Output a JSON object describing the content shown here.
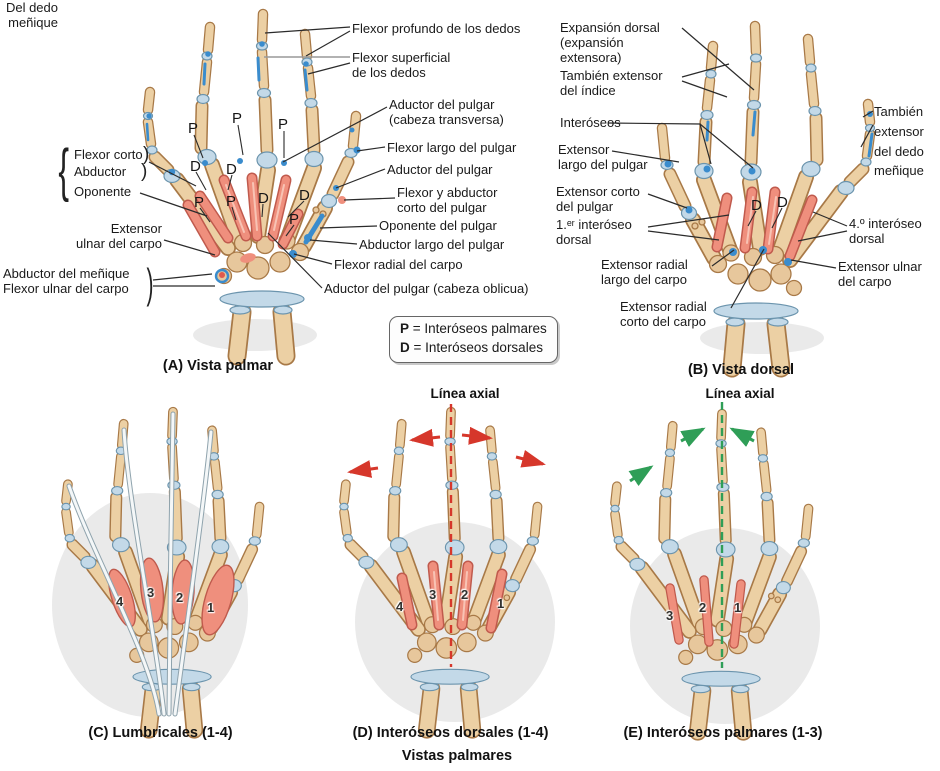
{
  "figure": {
    "legend": {
      "rows": [
        {
          "key": "P",
          "rest": " = Interóseos palmares"
        },
        {
          "key": "D",
          "rest": " = Interóseos dorsales"
        }
      ]
    },
    "glyphs": {
      "brace": "{",
      "paren": ")"
    },
    "panelA": {
      "caption": "(A) Vista palmar",
      "labels": {
        "del_dedo": "Del dedo\nmeñique",
        "flexor_corto": "Flexor corto",
        "abductor": "Abductor",
        "oponente": "Oponente",
        "extensor_ulnar": "Extensor\nulnar del carpo",
        "abductor_menique": "Abductor del meñique\nFlexor ulnar del carpo",
        "flexor_profundo": "Flexor profundo de los dedos",
        "flexor_superficial": "Flexor superficial\nde los dedos",
        "aductor_transversa": "Aductor del pulgar\n(cabeza transversa)",
        "flexor_largo": "Flexor largo del pulgar",
        "aductor_pulgar": "Aductor del pulgar",
        "flexor_abductor_corto": "Flexor y abductor\ncorto del pulgar",
        "oponente_pulgar": "Oponente del pulgar",
        "abductor_largo": "Abductor largo del pulgar",
        "flexor_radial": "Flexor radial del carpo",
        "aductor_oblicua": "Aductor del pulgar (cabeza oblicua)"
      },
      "letters": [
        "P",
        "P",
        "P",
        "D",
        "D",
        "P",
        "P",
        "D",
        "D",
        "P"
      ]
    },
    "panelB": {
      "caption": "(B) Vista dorsal",
      "labels": {
        "expansion_dorsal": "Expansión dorsal\n(expansión\nextensora)",
        "tambien_indice": "También extensor\ndel índice",
        "interoseos": "Interóseos",
        "extensor_largo_pulgar": "Extensor\nlargo del pulgar",
        "extensor_corto_pulgar": "Extensor corto\ndel pulgar",
        "primer_interoseo": "1.ᵉʳ interóseo\ndorsal",
        "ext_radial_largo": "Extensor radial\nlargo del carpo",
        "ext_radial_corto": "Extensor radial\ncorto del carpo",
        "tambien_menique": "También\nextensor\ndel dedo\nmeñique",
        "cuarto_interoseo": "4.º interóseo\ndorsal",
        "ext_ulnar": "Extensor ulnar\ndel carpo"
      },
      "letters": [
        "D",
        "D"
      ]
    },
    "panelC": {
      "caption": "(C) Lumbricales (1-4)",
      "numbers": [
        "4",
        "3",
        "2",
        "1"
      ]
    },
    "panelD": {
      "caption": "(D) Interóseos dorsales (1-4)",
      "axial_label": "Línea axial",
      "numbers": [
        "4",
        "3",
        "2",
        "1"
      ]
    },
    "panelE": {
      "caption": "(E) Interóseos palmares (1-3)",
      "axial_label": "Línea axial",
      "numbers": [
        "3",
        "2",
        "1"
      ]
    },
    "footer": "Vistas palmares",
    "colors": {
      "bone_fill": "#ecd0a4",
      "bone_outline": "#a87947",
      "joint_fill": "#c3d9e8",
      "joint_outline": "#6b94ad",
      "muscle_red": "#ef8f7d",
      "attachment_blue": "#3a8ccd",
      "arrow_red": "#d6372b",
      "arrow_green": "#2f9e57",
      "leader": "#2b2b2b"
    }
  }
}
